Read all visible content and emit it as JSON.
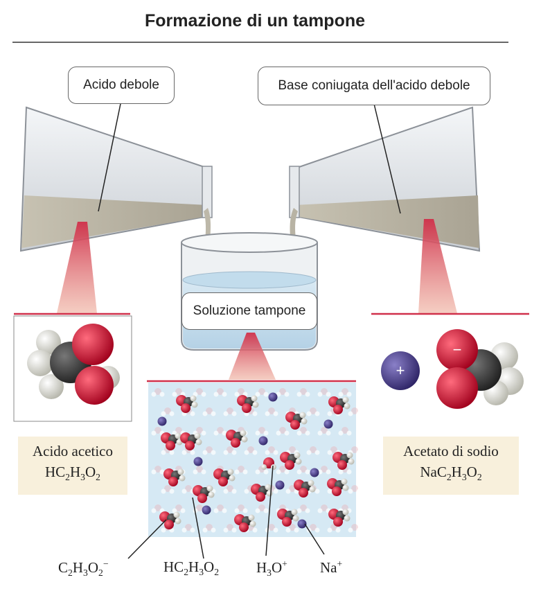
{
  "title": "Formazione di un tampone",
  "callouts": {
    "weak_acid": "Acido debole",
    "conjugate_base": "Base coniugata dell'acido debole",
    "buffer_solution": "Soluzione tampone"
  },
  "acetic_acid": {
    "name": "Acido acetico",
    "formula": [
      "HC",
      "2",
      "H",
      "3",
      "O",
      "2"
    ]
  },
  "sodium_acetate": {
    "name": "Acetato di sodio",
    "formula": [
      "NaC",
      "2",
      "H",
      "3",
      "O",
      "2"
    ]
  },
  "ion_signs": {
    "positive": "+",
    "negative": "−"
  },
  "solution_labels": {
    "acetate": [
      "C",
      "2",
      "H",
      "3",
      "O",
      "2",
      "−"
    ],
    "acetic_acid": [
      "HC",
      "2",
      "H",
      "3",
      "O",
      "2"
    ],
    "hydronium": [
      "H",
      "3",
      "O",
      "+"
    ],
    "sodium": [
      "Na",
      "+"
    ]
  },
  "colors": {
    "accent_red": "#d0304a",
    "oxygen": "#c8102e",
    "carbon": "#3a3a3a",
    "hydrogen": "#e6e6e0",
    "sodium": "#4b3f8f",
    "solution": "#cfe4f1",
    "name_box": "#f8f0dc"
  }
}
